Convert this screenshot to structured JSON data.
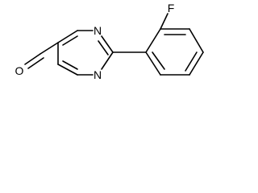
{
  "structure": {
    "atoms": {
      "n_top": "N",
      "n_bottom": "N",
      "fluorine": "F",
      "oxygen": "O"
    }
  },
  "colors": {
    "background": "#ffffff",
    "bonds": "#000000",
    "labels": "#000000"
  }
}
